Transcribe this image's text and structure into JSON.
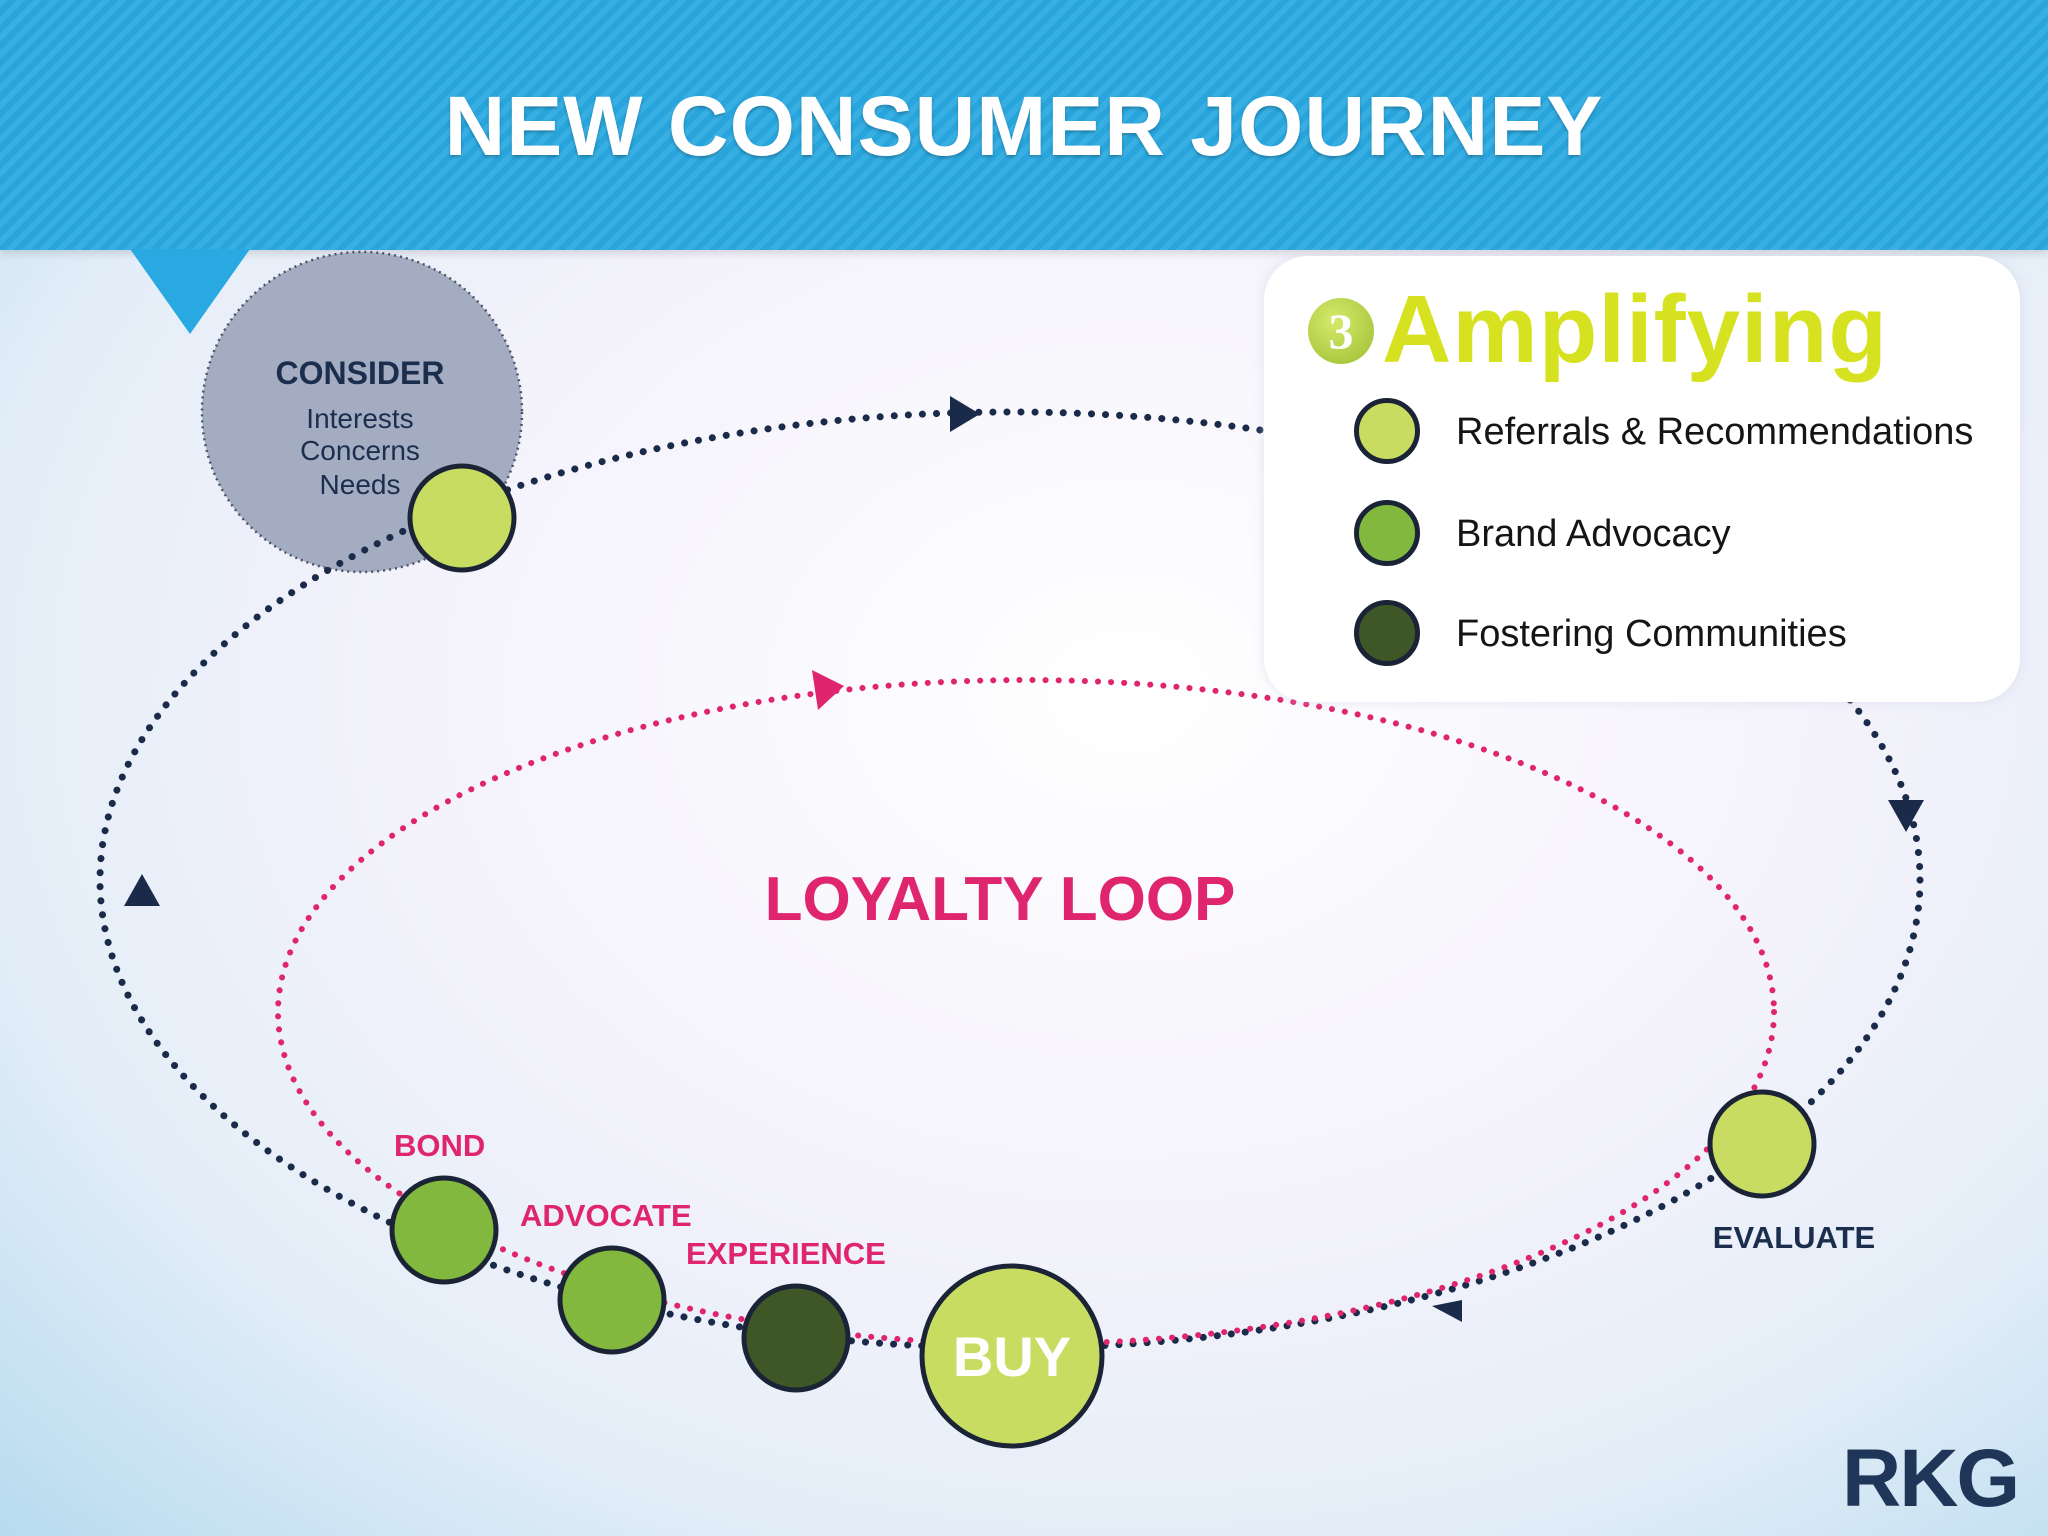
{
  "header": {
    "title": "NEW CONSUMER JOURNEY"
  },
  "colors": {
    "header_blue": "#29a9e1",
    "navy": "#1a2b4a",
    "magenta": "#e0256f",
    "light_green": "#c9dc62",
    "mid_green": "#82b83e",
    "dark_green": "#3f5726",
    "lime_title": "#d6e21f",
    "consider_grey": "#a4acc2"
  },
  "journey": {
    "consider": {
      "label": "CONSIDER",
      "items": [
        "Interests",
        "Concerns",
        "Needs"
      ]
    },
    "evaluate_label": "EVALUATE",
    "buy_label": "BUY",
    "loop_title": "LOYALTY LOOP",
    "loop_stages": {
      "bond": "BOND",
      "advocate": "ADVOCATE",
      "experience": "EXPERIENCE"
    }
  },
  "legend": {
    "number": "3",
    "title": "Amplifying",
    "items": [
      {
        "label": "Referrals & Recommendations",
        "color": "#c9dc62"
      },
      {
        "label": "Brand Advocacy",
        "color": "#82b83e"
      },
      {
        "label": "Fostering Communities",
        "color": "#3f5726"
      }
    ]
  },
  "logo": {
    "text": "RKG"
  }
}
